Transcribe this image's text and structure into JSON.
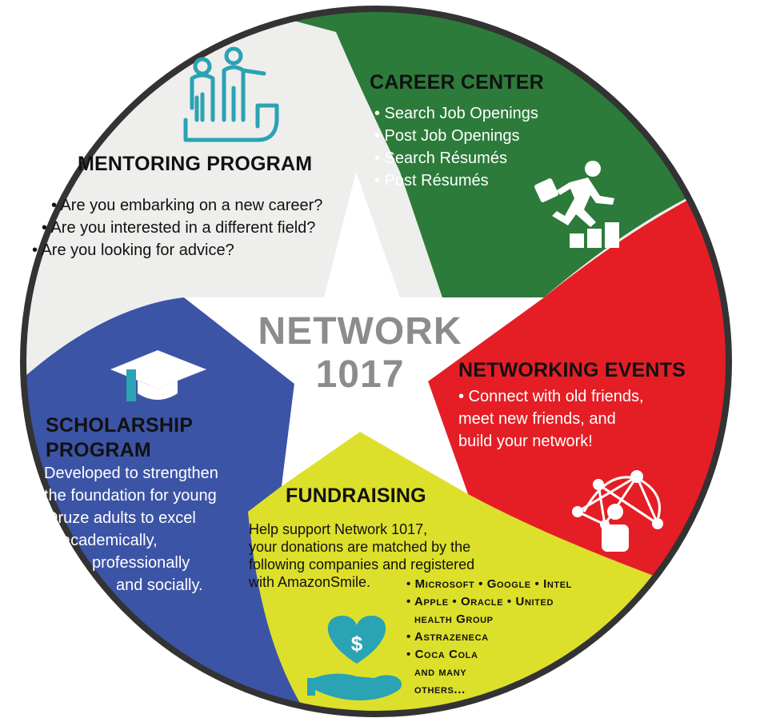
{
  "center": {
    "line1": "NETWORK",
    "line2": "1017"
  },
  "colors": {
    "mentoring": "#eeeeec",
    "career": "#2c7b3a",
    "networking": "#e51e26",
    "fundraising": "#dde02a",
    "scholarship": "#3c54a6",
    "star": "#ffffff",
    "outline": "#333333",
    "icon_teal": "#2aa3b4",
    "center_text": "#8c8c8c"
  },
  "mentoring": {
    "title": "MENTORING PROGRAM",
    "bullets": [
      "• Are you embarking on a new career?",
      "• Are you interested in a different field?",
      "• Are you looking for advice?"
    ],
    "icon": "mentor-people-icon"
  },
  "career": {
    "title": "CAREER CENTER",
    "bullets": [
      "• Search Job Openings",
      "• Post Job Openings",
      "• Search Résumés",
      "• Post Résumés"
    ],
    "icon": "runner-stairs-icon"
  },
  "networking": {
    "title": "NETWORKING EVENTS",
    "lines": [
      "• Connect with old friends,",
      "meet new friends, and",
      "build your network!"
    ],
    "icon": "network-person-icon"
  },
  "fundraising": {
    "title": "FUNDRAISING",
    "lines": [
      "Help support Network 1017,",
      "your donations are matched by the",
      "following companies and registered",
      "with AmazonSmile."
    ],
    "companies": [
      "• Microsoft • Google • Intel",
      "• Apple • Oracle • United",
      "health Group",
      "• Astrazeneca",
      "• Coca Cola",
      "and many",
      "others..."
    ],
    "icon": "heart-dollar-hand-icon"
  },
  "scholarship": {
    "title_line1": "SCHOLARSHIP",
    "title_line2": "PROGRAM",
    "lines": [
      "Developed to strengthen",
      "the foundation for young",
      "Druze adults to excel",
      "academically,",
      "professionally",
      "and socially."
    ],
    "icon": "graduation-cap-icon"
  }
}
